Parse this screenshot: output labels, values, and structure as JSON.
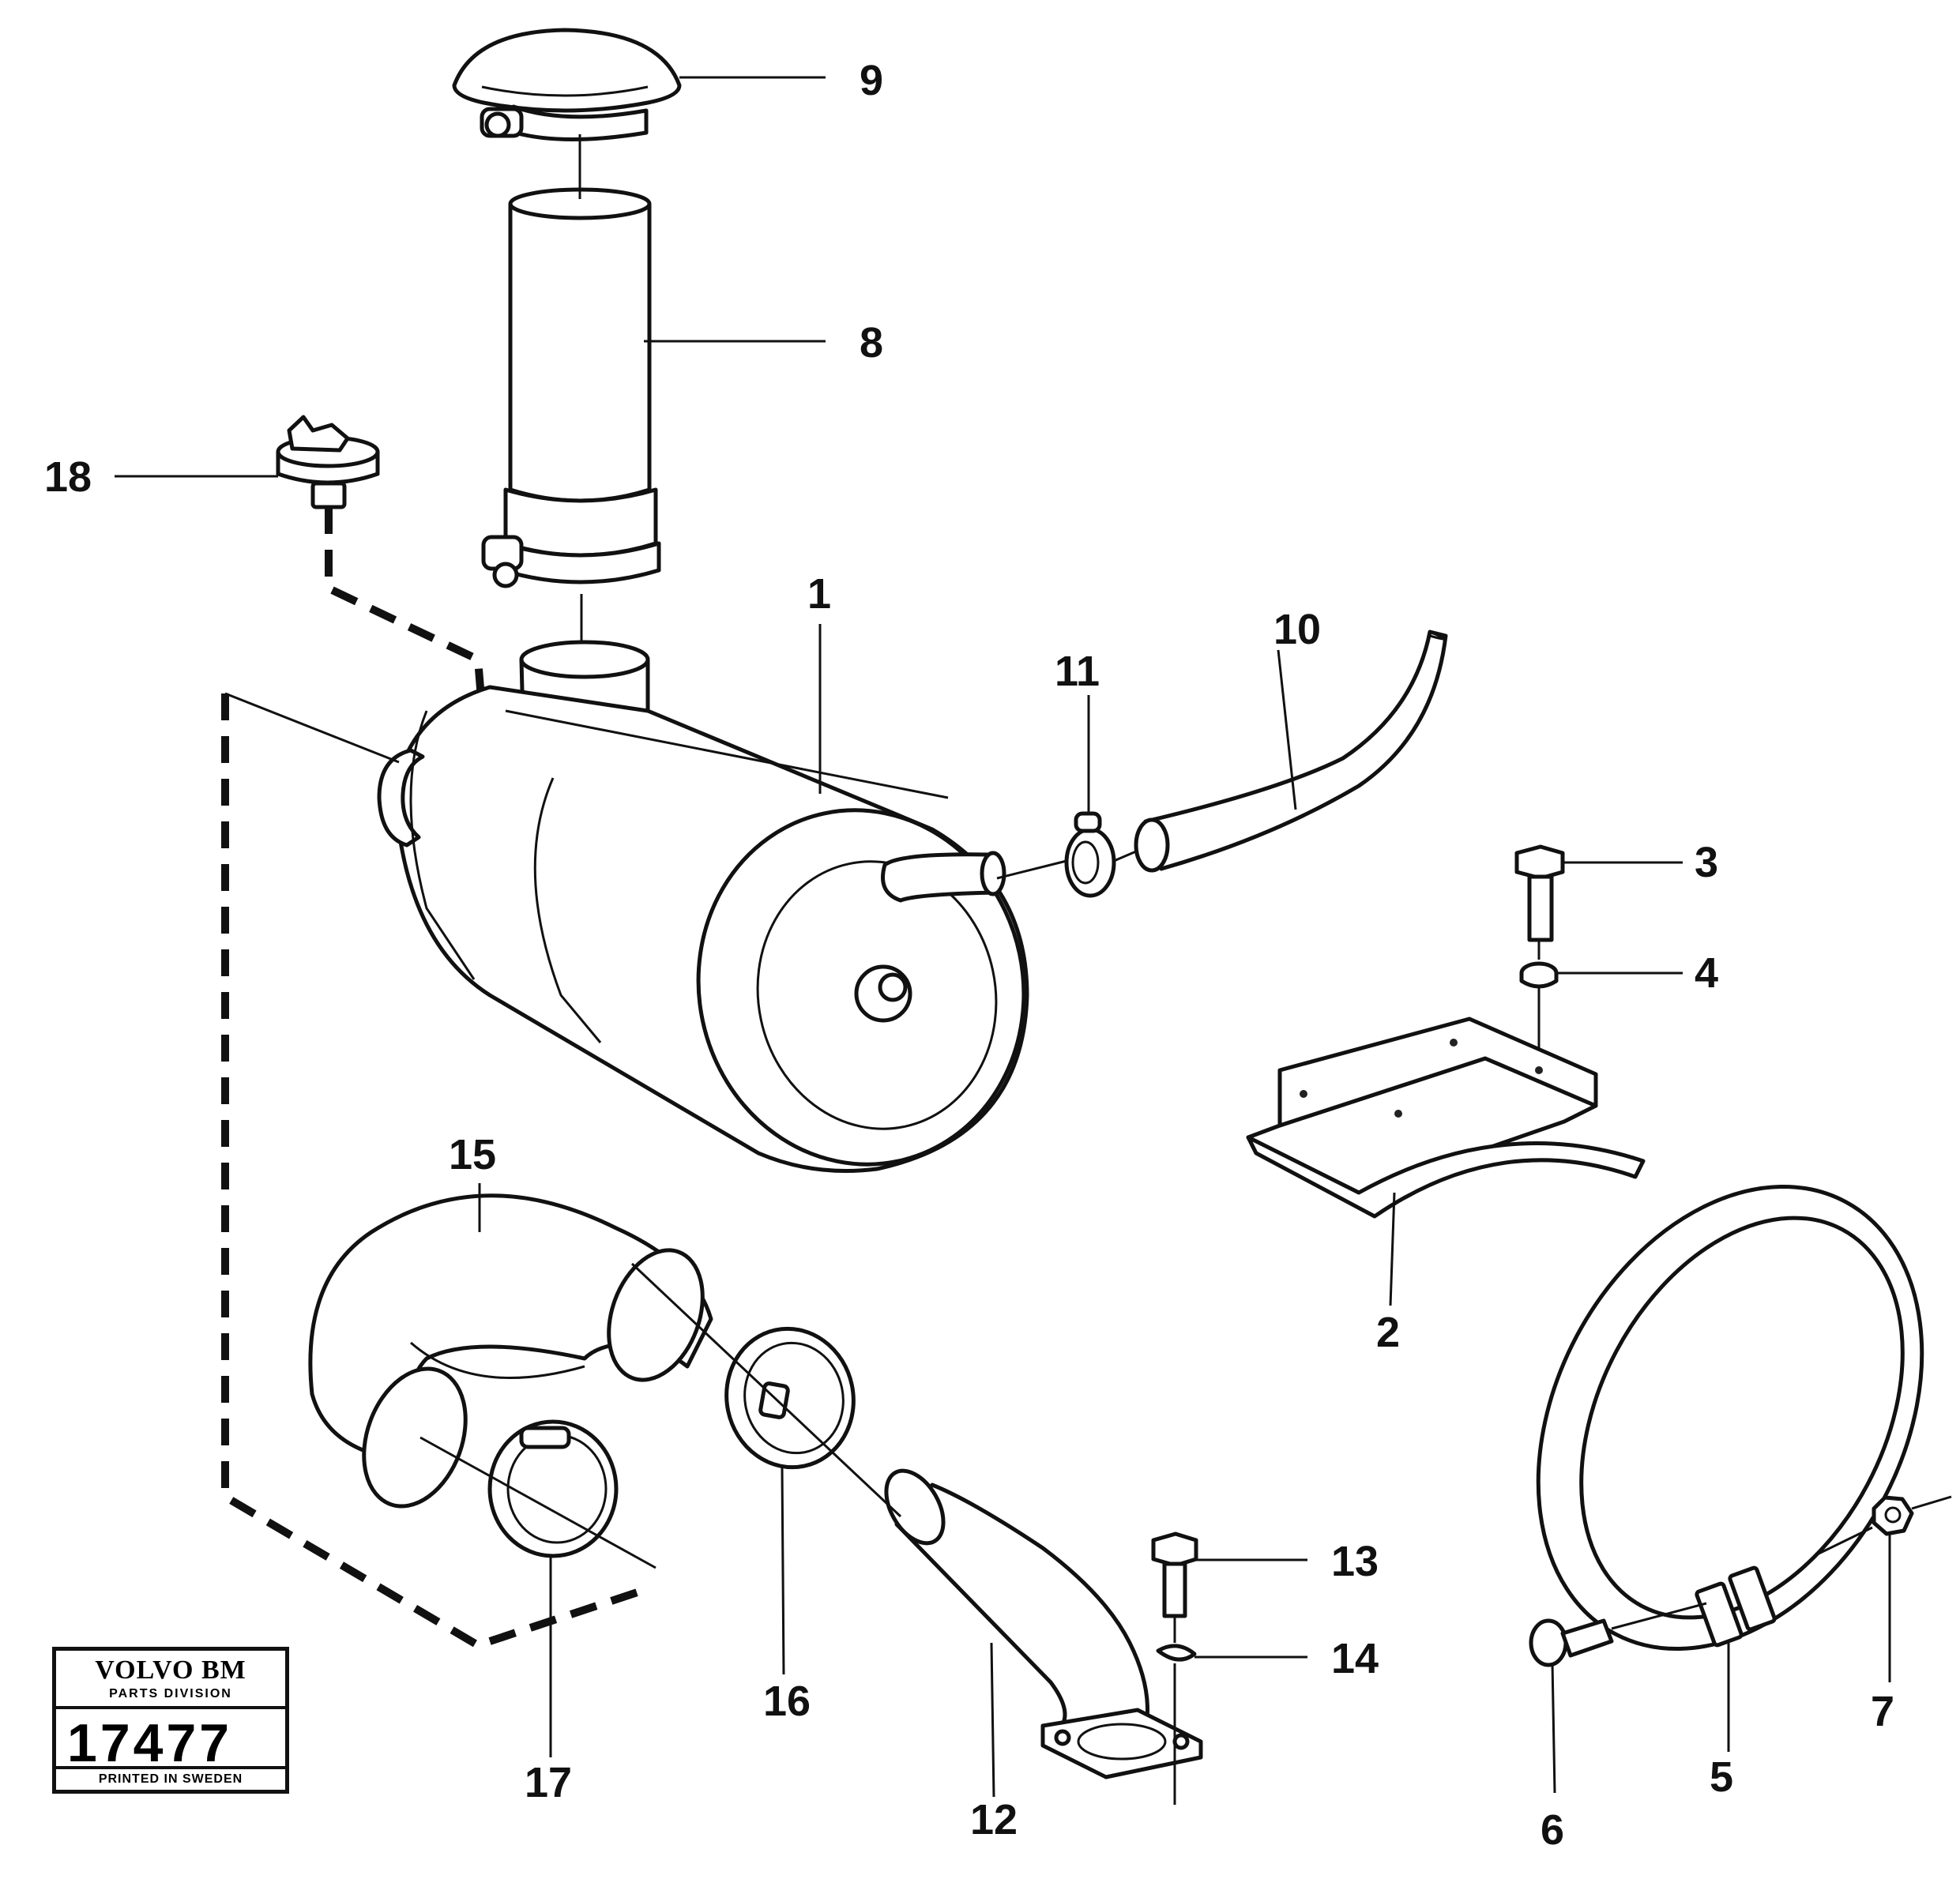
{
  "labels": {
    "p1": "1",
    "p2": "2",
    "p3": "3",
    "p4": "4",
    "p5": "5",
    "p6": "6",
    "p7": "7",
    "p8": "8",
    "p9": "9",
    "p10": "10",
    "p11": "11",
    "p12": "12",
    "p13": "13",
    "p14": "14",
    "p15": "15",
    "p16": "16",
    "p17": "17",
    "p18": "18"
  },
  "stamp": {
    "brand": "VOLVO BM",
    "division": "PARTS DIVISION",
    "number": "17477",
    "printed": "PRINTED IN SWEDEN"
  }
}
